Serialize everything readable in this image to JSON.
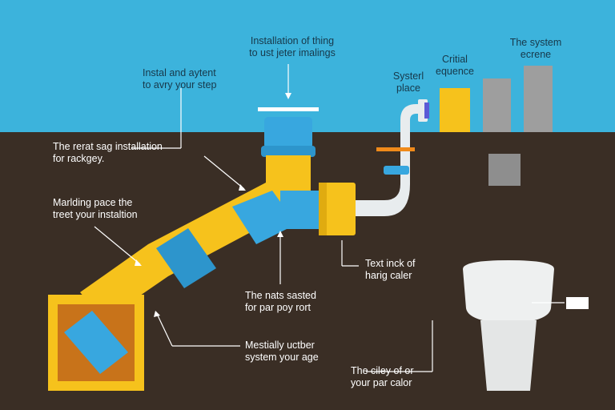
{
  "colors": {
    "sky": "#3cb3dc",
    "ground": "#3a2e25",
    "pipe_yellow": "#f6c21c",
    "pipe_blue": "#38a7df",
    "pipe_white": "#e8ecee",
    "trap_orange": "#c8731a",
    "bar_gray": "#9b9b9b",
    "label_text": "#ffffff"
  },
  "labels": {
    "top_center": {
      "line1": "Installation of thing",
      "line2": "to ust jeter imalings"
    },
    "top_left": {
      "line1": "Instal and aytent",
      "line2": "to avry your step"
    },
    "system_place": {
      "line1": "Systerl",
      "line2": "place"
    },
    "critical": {
      "line1": "Critial",
      "line2": "equence"
    },
    "system_screen": {
      "line1": "The system",
      "line2": "ecrene"
    },
    "rental": {
      "line1": "The rerat sag installation",
      "line2": "for rackgey."
    },
    "marlding": {
      "line1": "Marlding pace the",
      "line2": "treet your instaltion"
    },
    "text_inck": {
      "line1": "Text inck of",
      "line2": "harig caler"
    },
    "nats": {
      "line1": "The nats sasted",
      "line2": "for par poy rort"
    },
    "mestially": {
      "line1": "Mestially uctber",
      "line2": "system your age"
    },
    "ciley": {
      "line1": "The ciley of or",
      "line2": "your par calor"
    }
  }
}
